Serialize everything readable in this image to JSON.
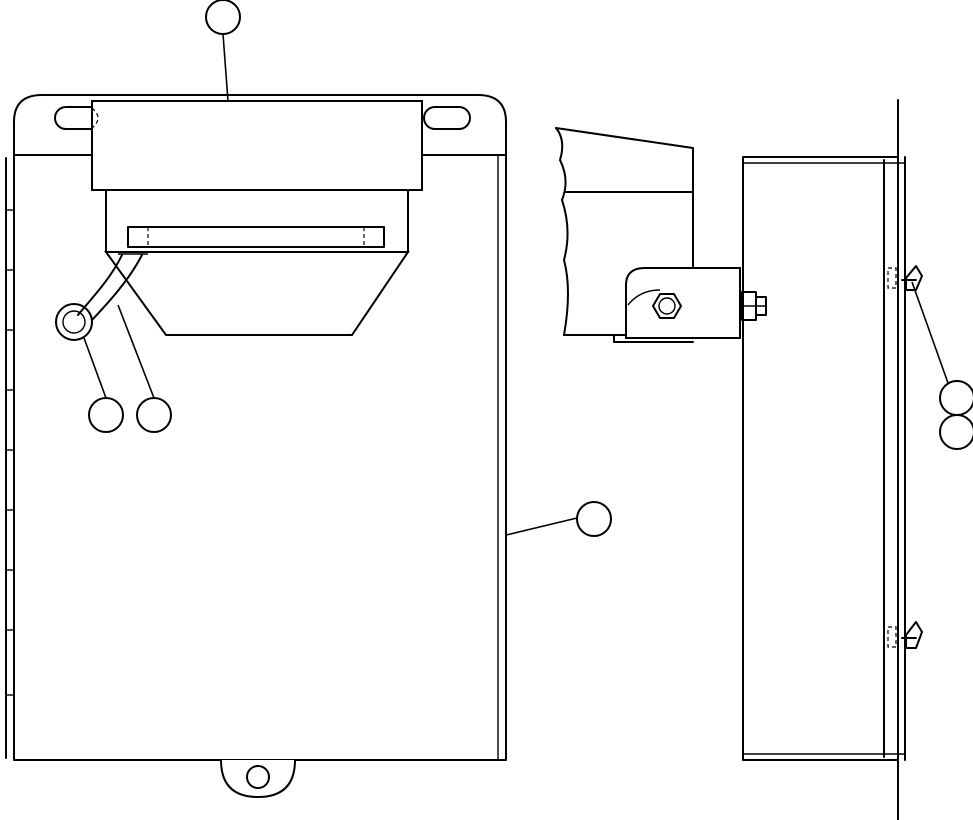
{
  "drawing": {
    "line_color": "#000000",
    "background": "#ffffff",
    "callouts": [
      {
        "id": "callout-top",
        "label": ""
      },
      {
        "id": "callout-left-1",
        "label": ""
      },
      {
        "id": "callout-left-2",
        "label": ""
      },
      {
        "id": "callout-panel",
        "label": ""
      },
      {
        "id": "callout-side-1",
        "label": ""
      },
      {
        "id": "callout-side-2",
        "label": ""
      }
    ]
  }
}
